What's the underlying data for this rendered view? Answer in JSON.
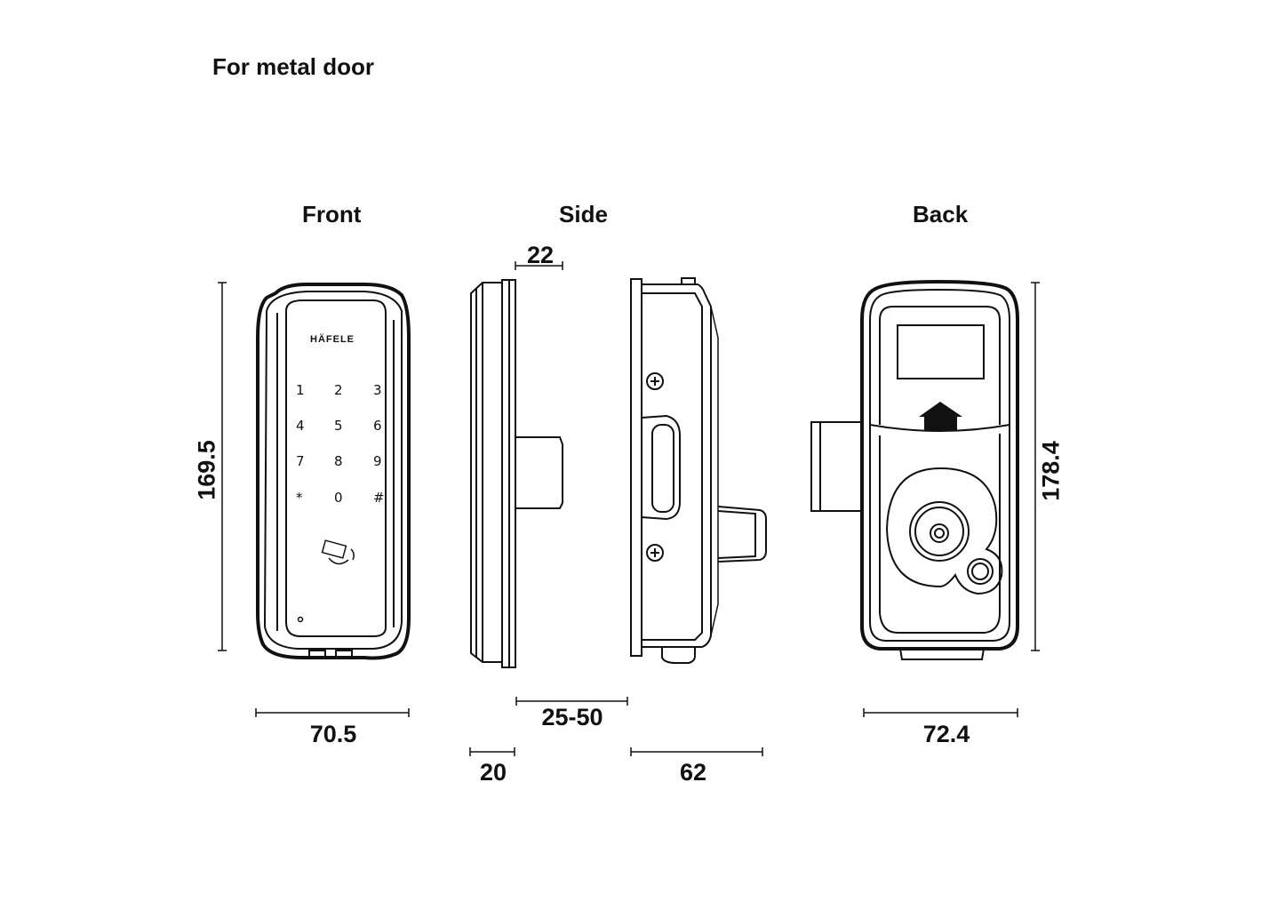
{
  "title": "For metal door",
  "views": {
    "front": "Front",
    "side": "Side",
    "back": "Back"
  },
  "dimensions": {
    "front_height": "169.5",
    "front_width": "70.5",
    "side_top": "22",
    "side_door_thickness": "25-50",
    "side_front_depth": "20",
    "side_back_depth": "62",
    "back_height": "178.4",
    "back_width": "72.4"
  },
  "brand": "HÄFELE",
  "keypad": [
    [
      "1",
      "2",
      "3"
    ],
    [
      "4",
      "5",
      "6"
    ],
    [
      "7",
      "8",
      "9"
    ],
    [
      "*",
      "0",
      "#"
    ]
  ]
}
